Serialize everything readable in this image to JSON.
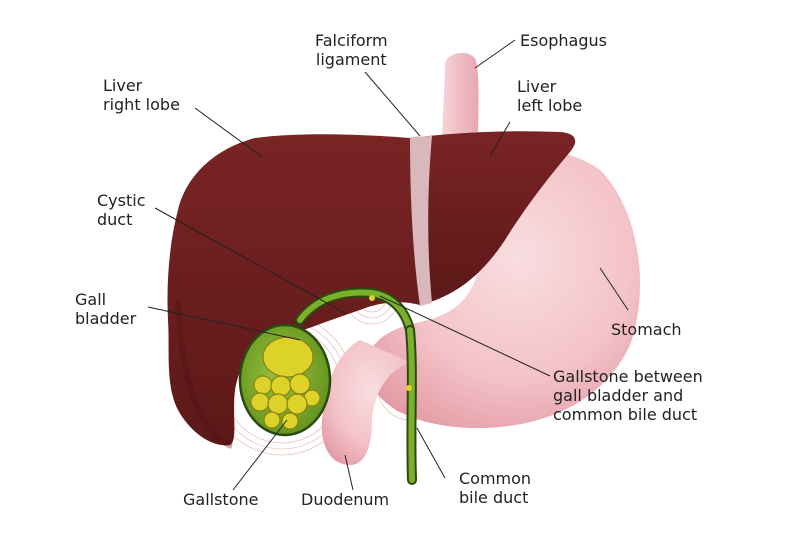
{
  "labels": {
    "falciform": [
      "Falciform",
      "ligament"
    ],
    "esophagus": [
      "Esophagus"
    ],
    "liver_right": [
      "Liver",
      "right lobe"
    ],
    "liver_left": [
      "Liver",
      "left lobe"
    ],
    "cystic_duct": [
      "Cystic",
      "duct"
    ],
    "gall_bladder": [
      "Gall",
      "bladder"
    ],
    "stomach": [
      "Stomach"
    ],
    "gallstone_between": [
      "Gallstone between",
      "gall bladder and",
      "common bile duct"
    ],
    "gallstone": [
      "Gallstone"
    ],
    "duodenum": [
      "Duodenum"
    ],
    "common_bile_duct": [
      "Common",
      "bile duct"
    ]
  },
  "colors": {
    "liver": "#6e1f1f",
    "liver_shade": "#4e1212",
    "stomach": "#f3c3c8",
    "stomach_shade": "#e39aa4",
    "ligament": "#d9b8bb",
    "gallbladder": "#7ab02a",
    "gallbladder_outline": "#2b4a10",
    "gallstone": "#dcd22a",
    "leader": "#222222"
  }
}
